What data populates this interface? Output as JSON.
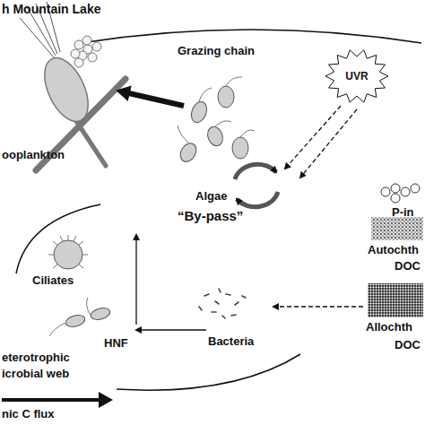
{
  "diagram": {
    "title": "h Mountain Lake",
    "nodes": [
      {
        "text": [
          "UVR"
        ]
      }
    ],
    "labels": [
      "Grazing chain",
      "ooplankton",
      "Algae",
      "“By-pass”",
      "P-in",
      "Autochth",
      "DOC",
      "Ciliates",
      "Allochth",
      "DOC",
      "HNF",
      "Bacteria",
      "eterotrophic",
      "icrobial web"
    ],
    "legend": [
      {
        "text": "nic C flux"
      }
    ]
  }
}
